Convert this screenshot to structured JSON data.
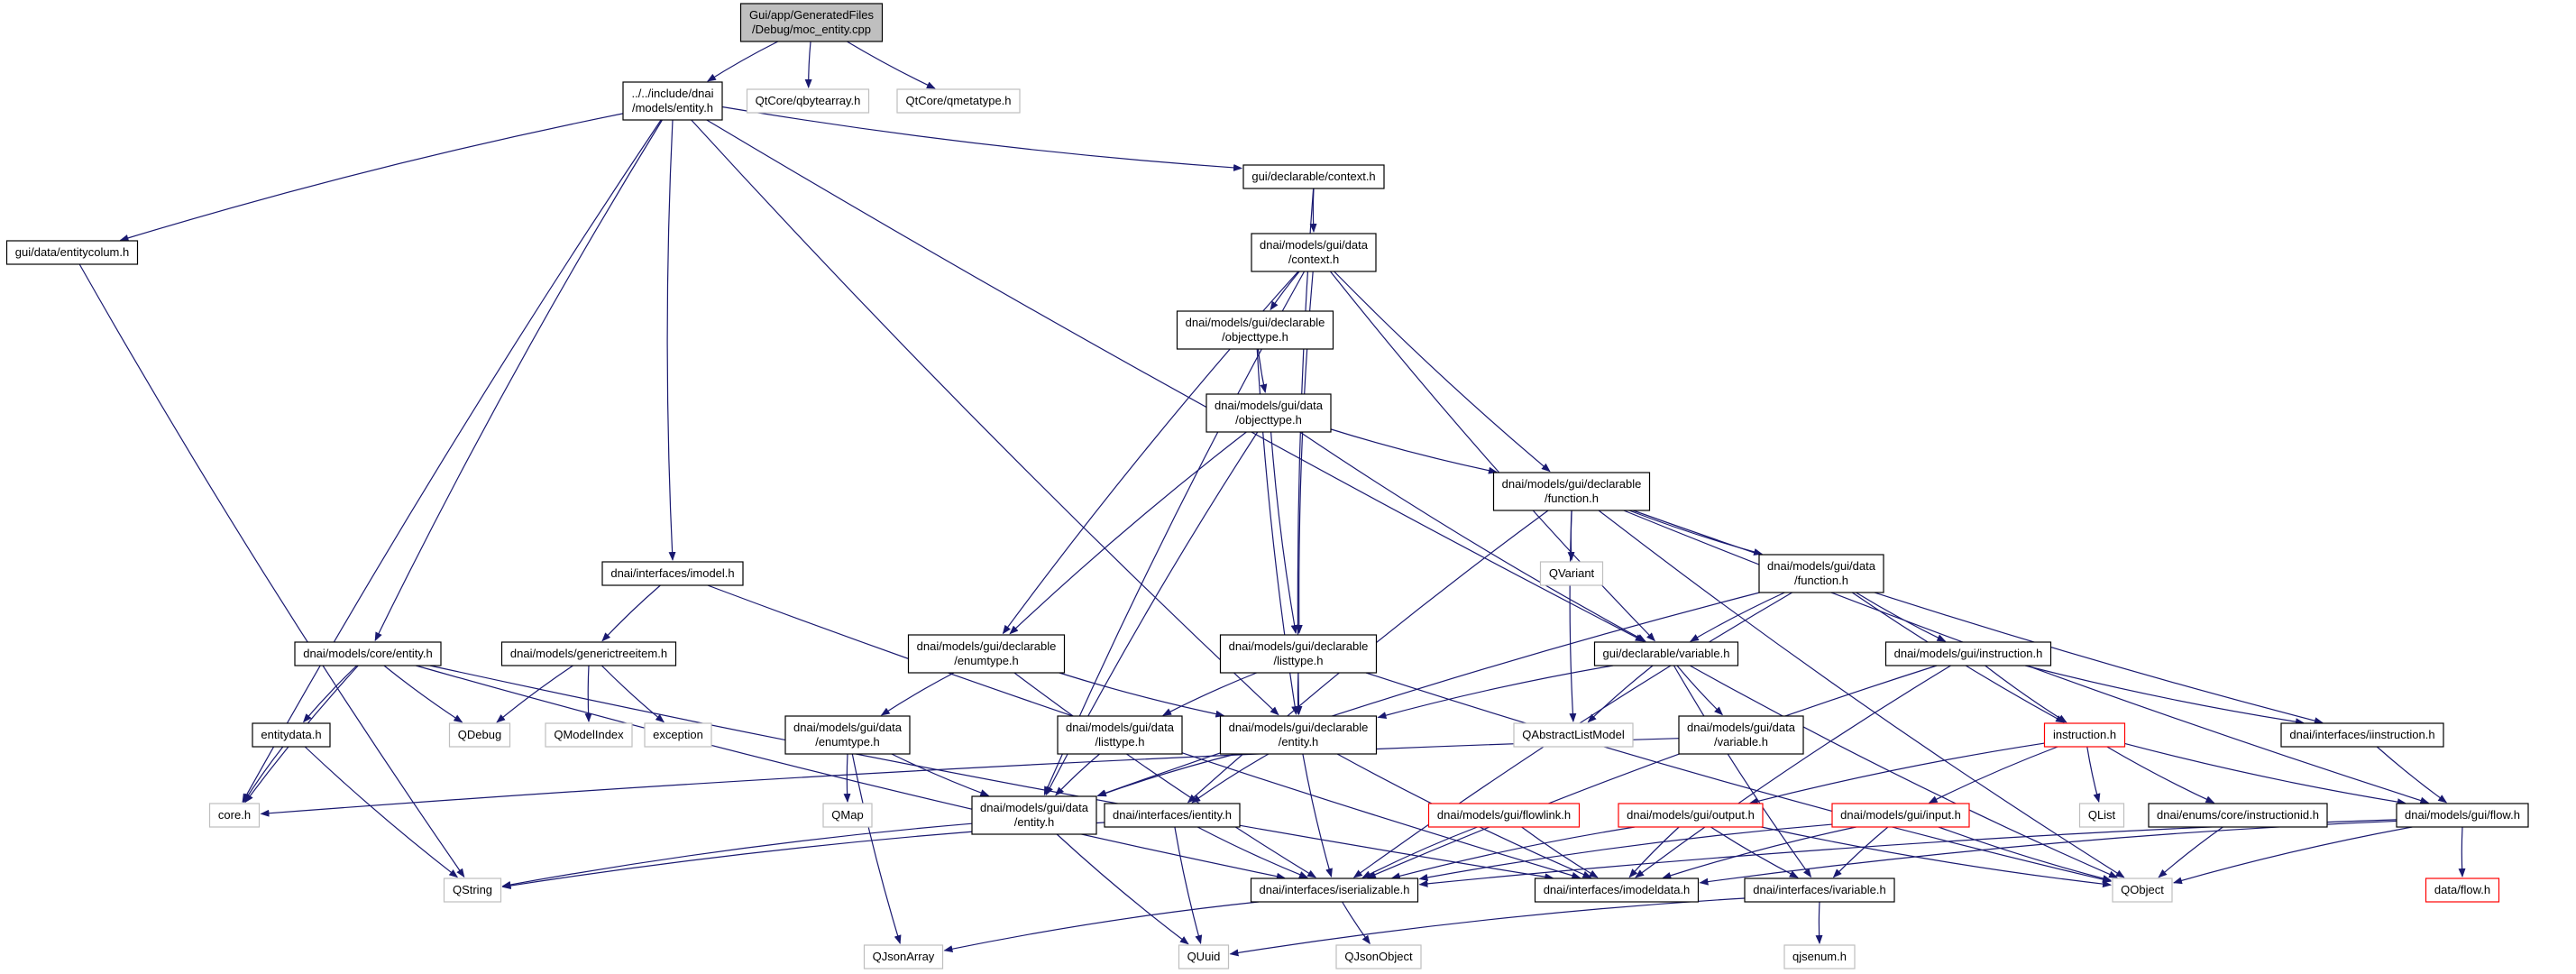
{
  "colors": {
    "edge": "#191970",
    "border_normal": "#000000",
    "border_external": "#bfbfbf",
    "border_truncated": "#ff0000",
    "fill_root": "#bfbfbf",
    "fill_normal": "#ffffff"
  },
  "nodes": [
    {
      "id": "moc",
      "lines": [
        "Gui/app/GeneratedFiles",
        "/Debug/moc_entity.cpp"
      ],
      "kind": "root"
    },
    {
      "id": "inc_entity",
      "lines": [
        "../../include/dnai",
        "/models/entity.h"
      ],
      "kind": "normal"
    },
    {
      "id": "qbytearray",
      "lines": [
        "QtCore/qbytearray.h"
      ],
      "kind": "external"
    },
    {
      "id": "qmetatype",
      "lines": [
        "QtCore/qmetatype.h"
      ],
      "kind": "external"
    },
    {
      "id": "entitycolum",
      "lines": [
        "gui/data/entitycolum.h"
      ],
      "kind": "normal"
    },
    {
      "id": "decl_context",
      "lines": [
        "gui/declarable/context.h"
      ],
      "kind": "normal"
    },
    {
      "id": "data_context",
      "lines": [
        "dnai/models/gui/data",
        "/context.h"
      ],
      "kind": "normal"
    },
    {
      "id": "decl_objecttype",
      "lines": [
        "dnai/models/gui/declarable",
        "/objecttype.h"
      ],
      "kind": "normal"
    },
    {
      "id": "data_objecttype",
      "lines": [
        "dnai/models/gui/data",
        "/objecttype.h"
      ],
      "kind": "normal"
    },
    {
      "id": "decl_function",
      "lines": [
        "dnai/models/gui/declarable",
        "/function.h"
      ],
      "kind": "normal"
    },
    {
      "id": "qvariant",
      "lines": [
        "QVariant"
      ],
      "kind": "external"
    },
    {
      "id": "data_function",
      "lines": [
        "dnai/models/gui/data",
        "/function.h"
      ],
      "kind": "normal"
    },
    {
      "id": "imodel",
      "lines": [
        "dnai/interfaces/imodel.h"
      ],
      "kind": "normal"
    },
    {
      "id": "core_entity",
      "lines": [
        "dnai/models/core/entity.h"
      ],
      "kind": "normal"
    },
    {
      "id": "generictreeitem",
      "lines": [
        "dnai/models/generictreeitem.h"
      ],
      "kind": "normal"
    },
    {
      "id": "decl_enumtype",
      "lines": [
        "dnai/models/gui/declarable",
        "/enumtype.h"
      ],
      "kind": "normal"
    },
    {
      "id": "decl_listtype",
      "lines": [
        "dnai/models/gui/declarable",
        "/listtype.h"
      ],
      "kind": "normal"
    },
    {
      "id": "decl_variable",
      "lines": [
        "gui/declarable/variable.h"
      ],
      "kind": "normal"
    },
    {
      "id": "gui_instruction",
      "lines": [
        "dnai/models/gui/instruction.h"
      ],
      "kind": "normal"
    },
    {
      "id": "qdebug",
      "lines": [
        "QDebug"
      ],
      "kind": "external"
    },
    {
      "id": "qmodelindex",
      "lines": [
        "QModelIndex"
      ],
      "kind": "external"
    },
    {
      "id": "exception",
      "lines": [
        "exception"
      ],
      "kind": "external"
    },
    {
      "id": "entitydata",
      "lines": [
        "entitydata.h"
      ],
      "kind": "normal"
    },
    {
      "id": "data_enumtype",
      "lines": [
        "dnai/models/gui/data",
        "/enumtype.h"
      ],
      "kind": "normal"
    },
    {
      "id": "data_listtype",
      "lines": [
        "dnai/models/gui/data",
        "/listtype.h"
      ],
      "kind": "normal"
    },
    {
      "id": "decl_entity",
      "lines": [
        "dnai/models/gui/declarable",
        "/entity.h"
      ],
      "kind": "normal"
    },
    {
      "id": "qabstractlistmodel",
      "lines": [
        "QAbstractListModel"
      ],
      "kind": "external"
    },
    {
      "id": "data_variable",
      "lines": [
        "dnai/models/gui/data",
        "/variable.h"
      ],
      "kind": "normal"
    },
    {
      "id": "instruction_h",
      "lines": [
        "instruction.h"
      ],
      "kind": "truncated"
    },
    {
      "id": "iinstruction",
      "lines": [
        "dnai/interfaces/iinstruction.h"
      ],
      "kind": "normal"
    },
    {
      "id": "core_h",
      "lines": [
        "core.h"
      ],
      "kind": "external"
    },
    {
      "id": "qmap",
      "lines": [
        "QMap"
      ],
      "kind": "external"
    },
    {
      "id": "data_entity",
      "lines": [
        "dnai/models/gui/data",
        "/entity.h"
      ],
      "kind": "normal"
    },
    {
      "id": "ientity",
      "lines": [
        "dnai/interfaces/ientity.h"
      ],
      "kind": "normal"
    },
    {
      "id": "flowlink",
      "lines": [
        "dnai/models/gui/flowlink.h"
      ],
      "kind": "truncated"
    },
    {
      "id": "output_h",
      "lines": [
        "dnai/models/gui/output.h"
      ],
      "kind": "truncated"
    },
    {
      "id": "input_h",
      "lines": [
        "dnai/models/gui/input.h"
      ],
      "kind": "truncated"
    },
    {
      "id": "qlist",
      "lines": [
        "QList"
      ],
      "kind": "external"
    },
    {
      "id": "instructionid",
      "lines": [
        "dnai/enums/core/instructionid.h"
      ],
      "kind": "normal"
    },
    {
      "id": "gui_flow",
      "lines": [
        "dnai/models/gui/flow.h"
      ],
      "kind": "normal"
    },
    {
      "id": "qstring",
      "lines": [
        "QString"
      ],
      "kind": "external"
    },
    {
      "id": "iserializable",
      "lines": [
        "dnai/interfaces/iserializable.h"
      ],
      "kind": "normal"
    },
    {
      "id": "imodeldata",
      "lines": [
        "dnai/interfaces/imodeldata.h"
      ],
      "kind": "normal"
    },
    {
      "id": "ivariable",
      "lines": [
        "dnai/interfaces/ivariable.h"
      ],
      "kind": "normal"
    },
    {
      "id": "qobject",
      "lines": [
        "QObject"
      ],
      "kind": "external"
    },
    {
      "id": "data_flow",
      "lines": [
        "data/flow.h"
      ],
      "kind": "truncated"
    },
    {
      "id": "qjsonarray",
      "lines": [
        "QJsonArray"
      ],
      "kind": "external"
    },
    {
      "id": "quuid",
      "lines": [
        "QUuid"
      ],
      "kind": "external"
    },
    {
      "id": "qjsonobject",
      "lines": [
        "QJsonObject"
      ],
      "kind": "external"
    },
    {
      "id": "qjsenum",
      "lines": [
        "qjsenum.h"
      ],
      "kind": "external"
    }
  ],
  "edges": [
    [
      "moc",
      "inc_entity"
    ],
    [
      "moc",
      "qbytearray"
    ],
    [
      "moc",
      "qmetatype"
    ],
    [
      "inc_entity",
      "entitycolum"
    ],
    [
      "inc_entity",
      "core_h"
    ],
    [
      "inc_entity",
      "core_entity"
    ],
    [
      "inc_entity",
      "imodel"
    ],
    [
      "inc_entity",
      "decl_entity"
    ],
    [
      "inc_entity",
      "decl_context"
    ],
    [
      "inc_entity",
      "decl_variable"
    ],
    [
      "entitycolum",
      "qstring"
    ],
    [
      "decl_context",
      "data_context"
    ],
    [
      "decl_context",
      "decl_entity"
    ],
    [
      "data_context",
      "decl_objecttype"
    ],
    [
      "data_context",
      "data_entity"
    ],
    [
      "data_context",
      "decl_enumtype"
    ],
    [
      "data_context",
      "decl_listtype"
    ],
    [
      "data_context",
      "decl_function"
    ],
    [
      "data_context",
      "decl_variable"
    ],
    [
      "decl_objecttype",
      "data_objecttype"
    ],
    [
      "decl_objecttype",
      "decl_entity"
    ],
    [
      "data_objecttype",
      "decl_enumtype"
    ],
    [
      "data_objecttype",
      "data_entity"
    ],
    [
      "data_objecttype",
      "decl_listtype"
    ],
    [
      "data_objecttype",
      "decl_variable"
    ],
    [
      "data_objecttype",
      "decl_function"
    ],
    [
      "decl_function",
      "qvariant"
    ],
    [
      "decl_function",
      "data_function"
    ],
    [
      "decl_function",
      "qabstractlistmodel"
    ],
    [
      "decl_function",
      "ientity"
    ],
    [
      "decl_function",
      "iinstruction"
    ],
    [
      "decl_function",
      "gui_flow"
    ],
    [
      "decl_function",
      "qobject"
    ],
    [
      "data_function",
      "decl_variable"
    ],
    [
      "data_function",
      "gui_instruction"
    ],
    [
      "data_function",
      "instruction_h"
    ],
    [
      "data_function",
      "data_entity"
    ],
    [
      "data_function",
      "iserializable"
    ],
    [
      "imodel",
      "generictreeitem"
    ],
    [
      "imodel",
      "imodeldata"
    ],
    [
      "core_entity",
      "entitydata"
    ],
    [
      "core_entity",
      "core_h"
    ],
    [
      "core_entity",
      "qdebug"
    ],
    [
      "core_entity",
      "iserializable"
    ],
    [
      "core_entity",
      "imodeldata"
    ],
    [
      "generictreeitem",
      "qdebug"
    ],
    [
      "generictreeitem",
      "qmodelindex"
    ],
    [
      "generictreeitem",
      "exception"
    ],
    [
      "decl_enumtype",
      "data_enumtype"
    ],
    [
      "decl_enumtype",
      "decl_entity"
    ],
    [
      "decl_enumtype",
      "iserializable"
    ],
    [
      "decl_listtype",
      "data_listtype"
    ],
    [
      "decl_listtype",
      "decl_entity"
    ],
    [
      "decl_listtype",
      "qobject"
    ],
    [
      "decl_variable",
      "decl_entity"
    ],
    [
      "decl_variable",
      "qabstractlistmodel"
    ],
    [
      "decl_variable",
      "data_variable"
    ],
    [
      "decl_variable",
      "ivariable"
    ],
    [
      "decl_variable",
      "qobject"
    ],
    [
      "gui_instruction",
      "instruction_h"
    ],
    [
      "gui_instruction",
      "iinstruction"
    ],
    [
      "gui_instruction",
      "imodeldata"
    ],
    [
      "gui_instruction",
      "iserializable"
    ],
    [
      "entitydata",
      "core_h"
    ],
    [
      "entitydata",
      "qstring"
    ],
    [
      "data_enumtype",
      "qmap"
    ],
    [
      "data_enumtype",
      "data_entity"
    ],
    [
      "data_enumtype",
      "qjsonarray"
    ],
    [
      "data_listtype",
      "data_entity"
    ],
    [
      "decl_entity",
      "data_entity"
    ],
    [
      "decl_entity",
      "ientity"
    ],
    [
      "decl_entity",
      "iserializable"
    ],
    [
      "decl_entity",
      "imodeldata"
    ],
    [
      "data_variable",
      "core_h"
    ],
    [
      "instruction_h",
      "qlist"
    ],
    [
      "instruction_h",
      "instructionid"
    ],
    [
      "instruction_h",
      "output_h"
    ],
    [
      "instruction_h",
      "input_h"
    ],
    [
      "instruction_h",
      "gui_flow"
    ],
    [
      "iinstruction",
      "gui_flow"
    ],
    [
      "data_entity",
      "qstring"
    ],
    [
      "data_entity",
      "quuid"
    ],
    [
      "ientity",
      "quuid"
    ],
    [
      "ientity",
      "qstring"
    ],
    [
      "ientity",
      "iserializable"
    ],
    [
      "flowlink",
      "iserializable"
    ],
    [
      "flowlink",
      "imodeldata"
    ],
    [
      "output_h",
      "iserializable"
    ],
    [
      "output_h",
      "imodeldata"
    ],
    [
      "output_h",
      "ivariable"
    ],
    [
      "output_h",
      "qobject"
    ],
    [
      "input_h",
      "iserializable"
    ],
    [
      "input_h",
      "imodeldata"
    ],
    [
      "input_h",
      "ivariable"
    ],
    [
      "input_h",
      "qobject"
    ],
    [
      "instructionid",
      "qobject"
    ],
    [
      "gui_flow",
      "iserializable"
    ],
    [
      "gui_flow",
      "imodeldata"
    ],
    [
      "gui_flow",
      "qobject"
    ],
    [
      "gui_flow",
      "data_flow"
    ],
    [
      "iserializable",
      "qjsonarray"
    ],
    [
      "iserializable",
      "qjsonobject"
    ],
    [
      "ivariable",
      "quuid"
    ],
    [
      "ivariable",
      "qjsenum"
    ]
  ]
}
